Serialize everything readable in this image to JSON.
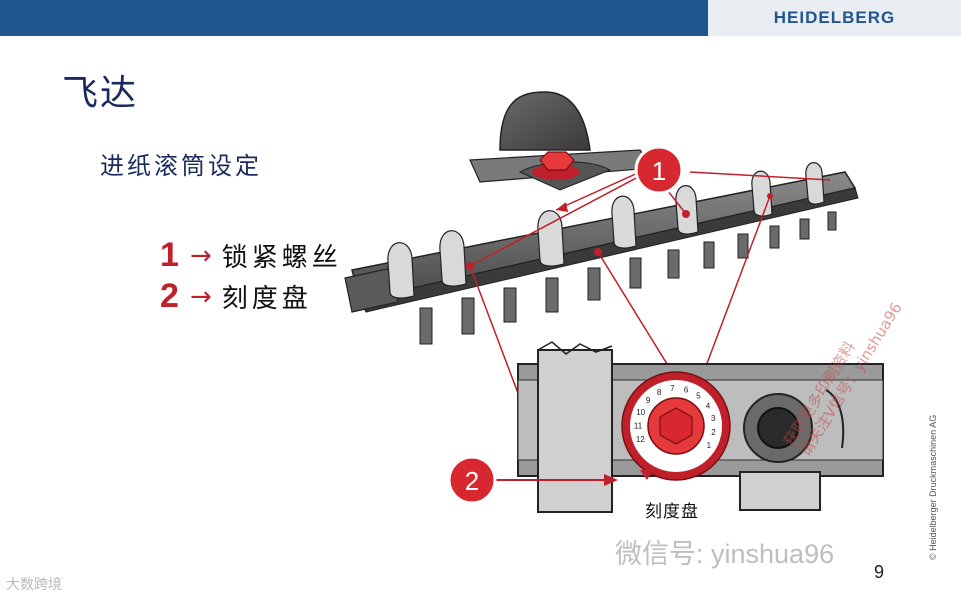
{
  "header": {
    "brand": "HEIDELBERG"
  },
  "slide": {
    "title": "飞达",
    "subtitle": "进纸滚筒设定",
    "legend": [
      {
        "number": "1",
        "arrow": "→",
        "text": "锁紧螺丝"
      },
      {
        "number": "2",
        "arrow": "→",
        "text": "刻度盘"
      }
    ],
    "callouts": [
      "1",
      "2"
    ],
    "dial_label": "刻度盘",
    "dial_numbers": [
      "12",
      "11",
      "10",
      "9",
      "8",
      "7",
      "6",
      "5",
      "4",
      "3",
      "2",
      "1"
    ],
    "copyright": "© Heidelberger Druckmaschinen AG",
    "page_number": "9"
  },
  "watermarks": {
    "wechat": "微信号: yinshua96",
    "corner": "大数跨境",
    "diagonal_line1": "获取更多印刷资料",
    "diagonal_line2": "请关注V信号：yinshua96"
  },
  "colors": {
    "header_blue": "#1f5690",
    "accent_red": "#c0202a",
    "title_navy": "#1a2a5e"
  }
}
